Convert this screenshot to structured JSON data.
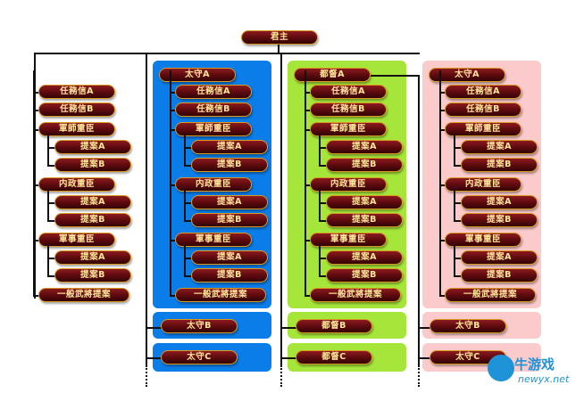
{
  "diagram": {
    "root_label": "君主",
    "governor_a_label": "太守A",
    "governor_b_label": "太守B",
    "governor_c_label": "太守C",
    "commander_a_label": "都督A",
    "commander_b_label": "都督B",
    "commander_c_label": "都督C",
    "mission_a_label": "任務信A",
    "mission_b_label": "任務信B",
    "military_adviser_label": "軍師重臣",
    "domestic_minister_label": "内政重臣",
    "military_minister_label": "軍事重臣",
    "proposal_a_label": "提案A",
    "proposal_b_label": "提案B",
    "general_proposal_label": "一般武將提案"
  },
  "colors": {
    "governor_panel": "#0a7de8",
    "commander_panel": "#a6e63a",
    "extra_panel": "#fbcaca",
    "node_fill": "#6a0c12",
    "node_border": "#d79a22",
    "node_text": "#ffe89a",
    "connector": "#111111"
  },
  "watermark": {
    "brand": "牛游戏",
    "domain": "newyx.net"
  }
}
